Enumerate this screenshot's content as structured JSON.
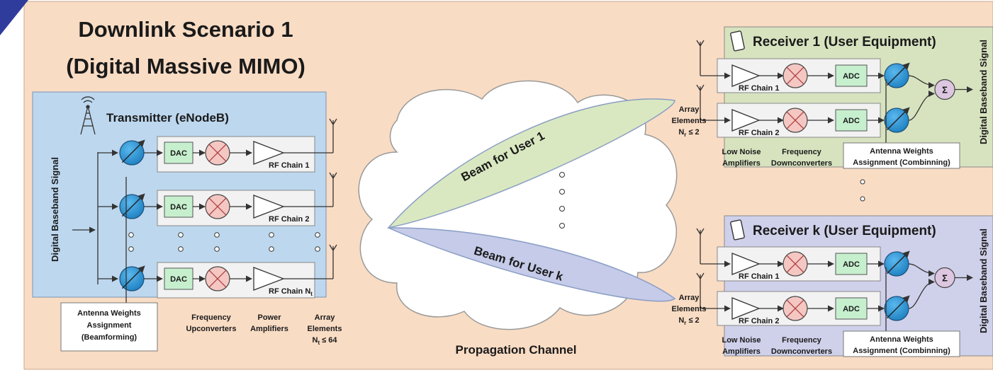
{
  "title": {
    "line1": "Downlink Scenario 1",
    "line2": "(Digital Massive MIMO)"
  },
  "transmitter": {
    "title": "Transmitter (eNodeB)",
    "input_label": "Digital Baseband Signal",
    "converter": "DAC",
    "chains": [
      "RF Chain 1",
      "RF Chain 2",
      "RF Chain N"
    ],
    "chain_n_subscript": "t",
    "weights_box": [
      "Antenna Weights",
      "Assignment",
      "(Beamforming)"
    ],
    "bottom_labels": {
      "freq": [
        "Frequency",
        "Upconverters"
      ],
      "power": [
        "Power",
        "Amplifiers"
      ],
      "array": [
        "Array",
        "Elements",
        "N",
        "t",
        " ≤ 64"
      ]
    }
  },
  "channel": {
    "label": "Propagation Channel",
    "beam1": "Beam for User 1",
    "beamk": "Beam for User k"
  },
  "receivers": [
    {
      "title": "Receiver 1 (User Equipment)",
      "converter": "ADC",
      "chains": [
        "RF Chain 1",
        "RF Chain 2"
      ],
      "output_label": "Digital Baseband Signal",
      "sum_symbol": "Σ",
      "labels": {
        "array": [
          "Array",
          "Elements",
          "N",
          "r",
          " ≤ 2"
        ],
        "lna": [
          "Low Noise",
          "Amplifiers"
        ],
        "freq": [
          "Frequency",
          "Downconverters"
        ],
        "weights": [
          "Antenna Weights",
          "Assignment (Combinning)"
        ]
      }
    },
    {
      "title": "Receiver k (User Equipment)",
      "converter": "ADC",
      "chains": [
        "RF Chain 1",
        "RF Chain 2"
      ],
      "output_label": "Digital Baseband Signal",
      "sum_symbol": "Σ",
      "labels": {
        "array": [
          "Array",
          "Elements",
          "N",
          "r",
          " ≤ 2"
        ],
        "lna": [
          "Low Noise",
          "Amplifiers"
        ],
        "freq": [
          "Frequency",
          "Downconverters"
        ],
        "weights": [
          "Antenna Weights",
          "Assignment (Combinning)"
        ]
      }
    }
  ],
  "icons": [
    "antenna-tower-icon",
    "phone-icon",
    "phase-shifter-icon",
    "mixer-icon",
    "amplifier-icon",
    "antenna-icon",
    "summer-icon"
  ],
  "colors": {
    "background": "#f9dcc4",
    "transmitter_panel": "#bdd7ee",
    "receiver1_panel": "#d7e3bf",
    "receiverk_panel": "#cfd0ea",
    "converter_block": "#c6efce",
    "phase_shifter": "#2e9bd9",
    "mixer": "#f4c7c3",
    "summer": "#dcc6e0",
    "beam1": "#d9e8c0",
    "beamk": "#c5cbe8",
    "corner": "#2f3c9c"
  }
}
